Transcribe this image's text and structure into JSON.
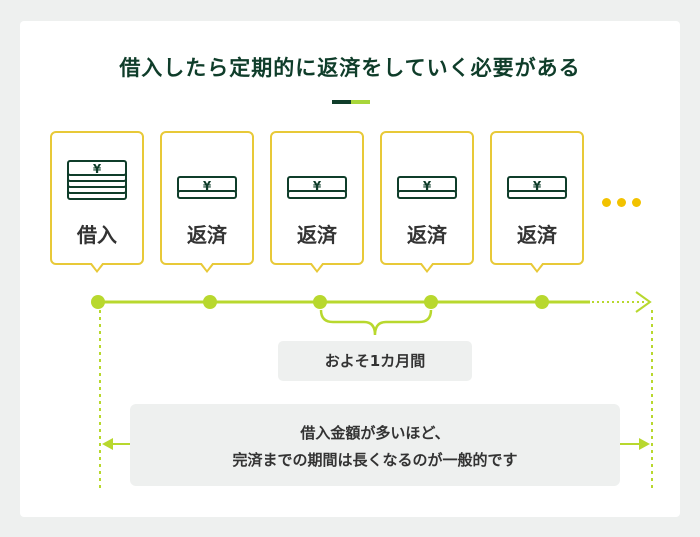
{
  "title": "借入したら定期的に返済をしていく必要がある",
  "boxes": [
    {
      "label": "借入",
      "icon": "money-stack-icon"
    },
    {
      "label": "返済",
      "icon": "money-bill-icon"
    },
    {
      "label": "返済",
      "icon": "money-bill-icon"
    },
    {
      "label": "返済",
      "icon": "money-bill-icon"
    },
    {
      "label": "返済",
      "icon": "money-bill-icon"
    }
  ],
  "yen_symbol": "¥",
  "interval_label": "およそ1カ月間",
  "note": {
    "line1": "借入金額が多いほど、",
    "line2": "完済までの期間は長くなるのが一般的です"
  },
  "colors": {
    "title": "#0f3d2a",
    "accent_green": "#b8d82e",
    "box_border": "#e8c938",
    "dots": "#f2c200",
    "panel": "#eef0ef"
  }
}
